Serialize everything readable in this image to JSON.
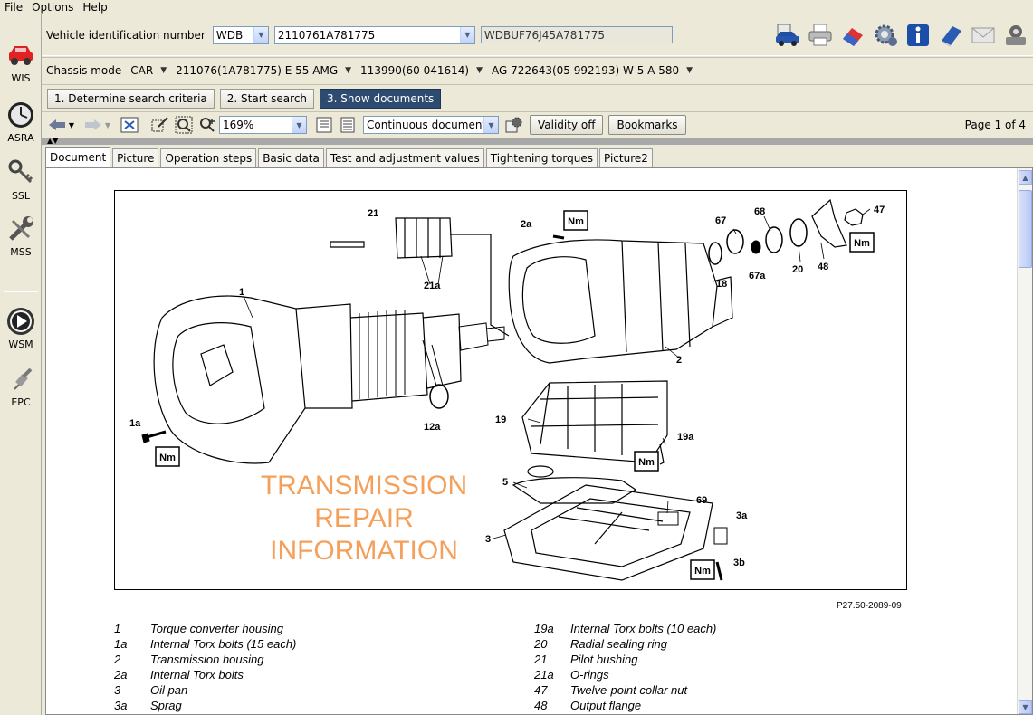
{
  "menu": {
    "file": "File",
    "options": "Options",
    "help": "Help"
  },
  "sidebar": {
    "items": [
      {
        "label": "WIS",
        "icon": "car-icon"
      },
      {
        "label": "ASRA",
        "icon": "stopwatch-icon"
      },
      {
        "label": "SSL",
        "icon": "key-icon"
      },
      {
        "label": "MSS",
        "icon": "wrench-icon"
      },
      {
        "label": "WSM",
        "icon": "play-icon"
      },
      {
        "label": "EPC",
        "icon": "sparkplug-icon"
      }
    ]
  },
  "vin": {
    "label": "Vehicle identification number",
    "prefix": "WDB",
    "number": "2110761A781775",
    "full": "WDBUF76J45A781775"
  },
  "chassis": {
    "label": "Chassis mode",
    "items": [
      "CAR",
      "211076(1A781775) E 55 AMG",
      "113990(60 041614)",
      "AG 722643(05 992193) W 5 A 580"
    ]
  },
  "steps": {
    "step1": "1. Determine search criteria",
    "step2": "2. Start search",
    "step3": "3. Show documents"
  },
  "toolbar": {
    "zoom": "169%",
    "view_mode": "Continuous document",
    "validity": "Validity off",
    "bookmarks": "Bookmarks",
    "page_info": "Page 1 of 4"
  },
  "tabs": [
    "Document",
    "Picture",
    "Operation steps",
    "Basic data",
    "Test and adjustment values",
    "Tightening torques",
    "Picture2"
  ],
  "document": {
    "watermark": [
      "TRANSMISSION",
      "REPAIR",
      "INFORMATION"
    ],
    "figure_code": "P27.50-2089-09",
    "callouts": [
      "1",
      "1a",
      "2",
      "2a",
      "3",
      "3a",
      "3b",
      "5",
      "12a",
      "18",
      "19",
      "19a",
      "20",
      "21",
      "21a",
      "47",
      "48",
      "67",
      "67a",
      "68",
      "69"
    ],
    "nm_label": "Nm",
    "legend_left": [
      {
        "num": "1",
        "text": "Torque converter housing"
      },
      {
        "num": "1a",
        "text": "Internal Torx bolts (15 each)"
      },
      {
        "num": "2",
        "text": "Transmission housing"
      },
      {
        "num": "2a",
        "text": "Internal Torx bolts"
      },
      {
        "num": "3",
        "text": "Oil pan"
      },
      {
        "num": "3a",
        "text": "Sprag"
      }
    ],
    "legend_right": [
      {
        "num": "19a",
        "text": "Internal Torx bolts (10 each)"
      },
      {
        "num": "20",
        "text": "Radial sealing ring"
      },
      {
        "num": "21",
        "text": "Pilot bushing"
      },
      {
        "num": "21a",
        "text": "O-rings"
      },
      {
        "num": "47",
        "text": "Twelve-point collar nut"
      },
      {
        "num": "48",
        "text": "Output flange"
      }
    ]
  }
}
